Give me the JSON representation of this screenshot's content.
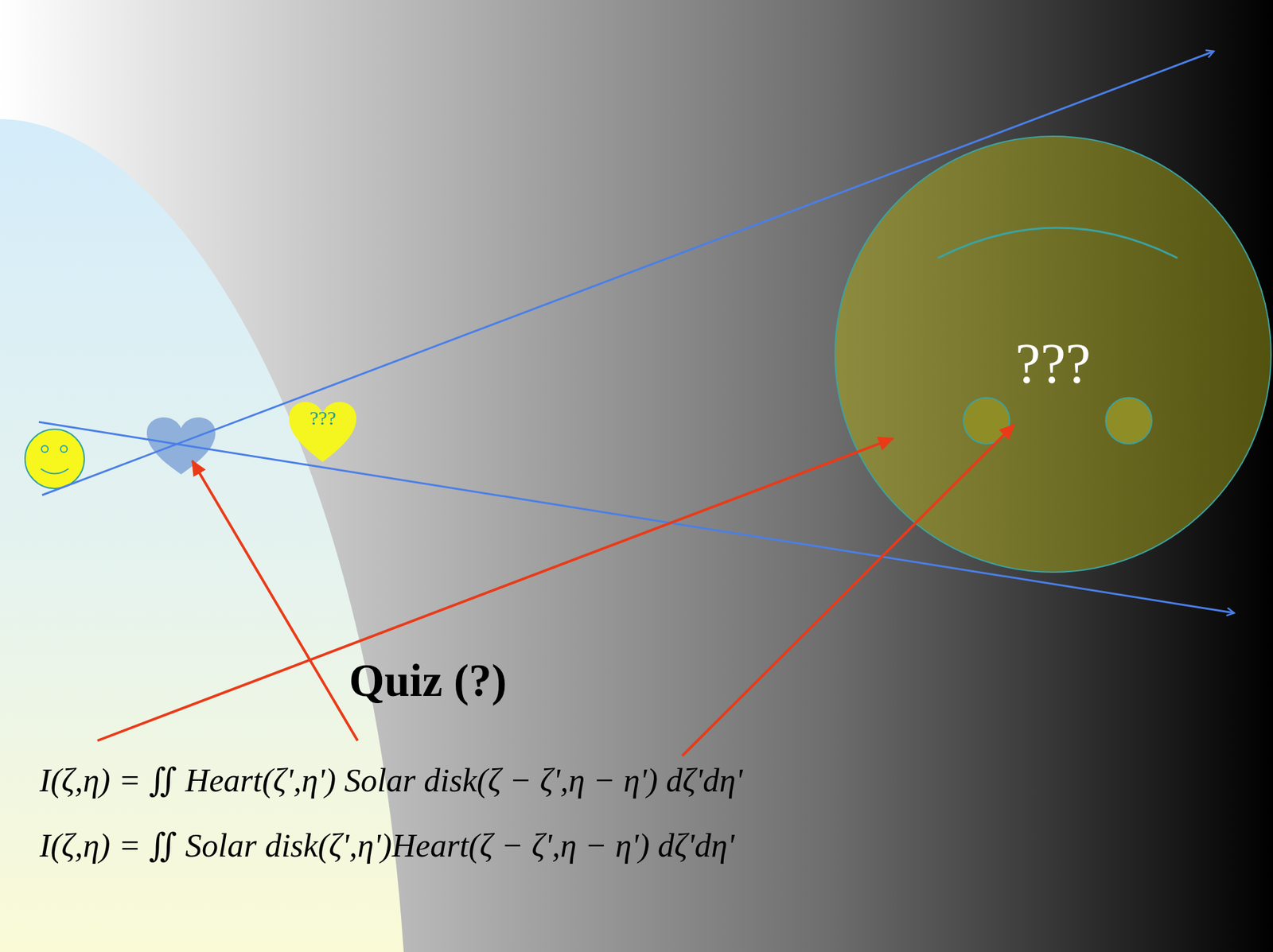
{
  "diagram": {
    "nodes": [
      {
        "text": [
          "???"
        ]
      },
      {
        "text": [
          "???"
        ]
      }
    ],
    "labels": [
      "Quiz (?)",
      "I(ζ,η) = ∬ Heart(ζ',η') Solar disk(ζ − ζ',η − η') dζ'dη'",
      "I(ζ,η) = ∬ Solar disk(ζ',η')Heart(ζ − ζ',η − η') dζ'dη'"
    ]
  }
}
